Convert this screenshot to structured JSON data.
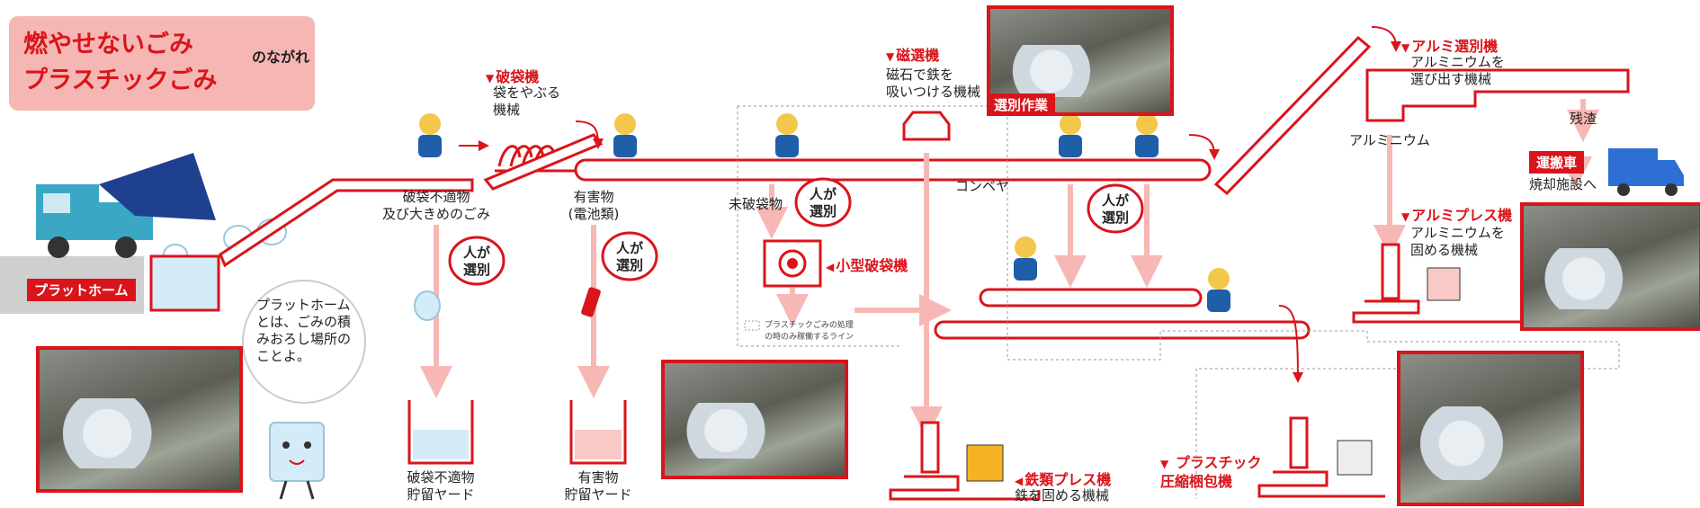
{
  "title": {
    "line1": "燃やせないごみ",
    "line2": "プラスチックごみ",
    "suffix": "のながれ"
  },
  "labels": {
    "platform": "プラットホーム",
    "platform_note": [
      "プラットホーム",
      "とは、ごみの積",
      "みおろし場所の",
      "ことよ。"
    ],
    "unsuitable_bulky": [
      "破袋不適物",
      "及び大きめのごみ"
    ],
    "hazardous": [
      "有害物",
      "(電池類)"
    ],
    "unbroken_bags": "未破袋物",
    "conveyor": "コンベヤ",
    "aluminum": "アルミニウム",
    "residue": "残渣",
    "incinerator": "焼却施設へ",
    "unsuitable_yard": [
      "破袋不適物",
      "貯留ヤード"
    ],
    "hazardous_yard": [
      "有害物",
      "貯留ヤード"
    ],
    "dotted_line_note": [
      "プラスチックごみの処理",
      "の時のみ稼働するライン"
    ]
  },
  "machines": {
    "bag_breaker": {
      "name": "破袋機",
      "desc": [
        "袋をやぶる",
        "機械"
      ]
    },
    "magnetic": {
      "name": "磁選機",
      "desc": [
        "磁石で鉄を",
        "吸いつける機械"
      ]
    },
    "small_bag_breaker": {
      "name": "小型破袋機"
    },
    "aluminum_sorter": {
      "name": "アルミ選別機",
      "desc": [
        "アルミニウムを",
        "選び出す機械"
      ]
    },
    "transport_truck": {
      "name": "運搬車"
    },
    "aluminum_press": {
      "name": "アルミプレス機",
      "desc": [
        "アルミニウムを",
        "固める機械"
      ]
    },
    "iron_press": {
      "name": "鉄類プレス機",
      "desc": "鉄を固める機械"
    },
    "plastic_baler": {
      "name": [
        "プラスチック",
        "圧縮梱包機"
      ]
    }
  },
  "bubbles": {
    "manual_sort": [
      "人が",
      "選別"
    ]
  },
  "photo_captions": {
    "sorting_work": "選別作業"
  },
  "colors": {
    "accent_red": "#d9151b",
    "title_bg": "#f6b7b4",
    "flow_arrow": "#f7b8b5",
    "iron_block": "#f5b324",
    "aluminum_block": "#f8c9c5",
    "truck_blue": "#2d6fd2"
  }
}
